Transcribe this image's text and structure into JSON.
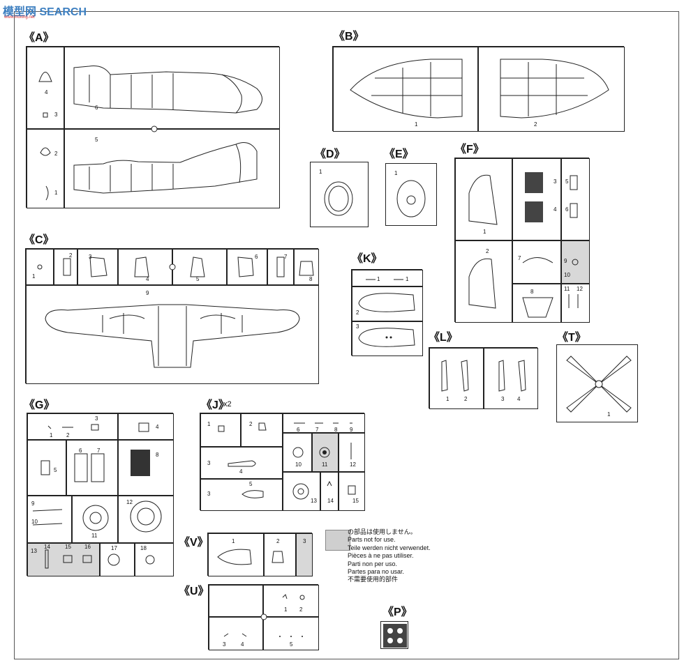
{
  "watermark": {
    "logo": "模型网 SEARCH",
    "url": "www.moxing.net"
  },
  "sections": {
    "A": "《A》",
    "B": "《B》",
    "C": "《C》",
    "D": "《D》",
    "E": "《E》",
    "F": "《F》",
    "K": "《K》",
    "L": "《L》",
    "T": "《T》",
    "G": "《G》",
    "J": "《J》",
    "J_mult": "x2",
    "V": "《V》",
    "U": "《U》",
    "P": "《P》"
  },
  "legend": {
    "lines": [
      "の部品は使用しません。",
      "Parts not for use.",
      "Teile werden nicht verwendet.",
      "Pièces à ne pas utiliser.",
      "Parti non per uso.",
      "Partes para no usar.",
      "不需要使用的部件"
    ]
  },
  "parts": {
    "A": [
      "4",
      "3",
      "6",
      "5",
      "2",
      "1"
    ],
    "B": [
      "1",
      "2"
    ],
    "C": [
      "1",
      "2",
      "3",
      "4",
      "5",
      "6",
      "7",
      "8",
      "9"
    ],
    "D": [
      "1"
    ],
    "E": [
      "1"
    ],
    "F": [
      "1",
      "3",
      "4",
      "5",
      "6",
      "2",
      "7",
      "9",
      "10",
      "8",
      "11",
      "12"
    ],
    "K": [
      "1",
      "1",
      "2",
      "3"
    ],
    "L": [
      "1",
      "2",
      "3",
      "4"
    ],
    "T": [
      "1"
    ],
    "G": [
      "3",
      "1",
      "2",
      "4",
      "6",
      "7",
      "5",
      "8",
      "9",
      "10",
      "11",
      "12",
      "13",
      "14",
      "15",
      "16",
      "17",
      "18"
    ],
    "J": [
      "1",
      "2",
      "6",
      "7",
      "8",
      "9",
      "10",
      "11",
      "12",
      "3",
      "4",
      "3",
      "5",
      "13",
      "14",
      "15"
    ],
    "V": [
      "1",
      "2",
      "3"
    ],
    "U": [
      "1",
      "2",
      "3",
      "4",
      "5"
    ],
    "P": []
  },
  "colors": {
    "unused_gray": "#d8d8d8",
    "line": "#222222"
  }
}
